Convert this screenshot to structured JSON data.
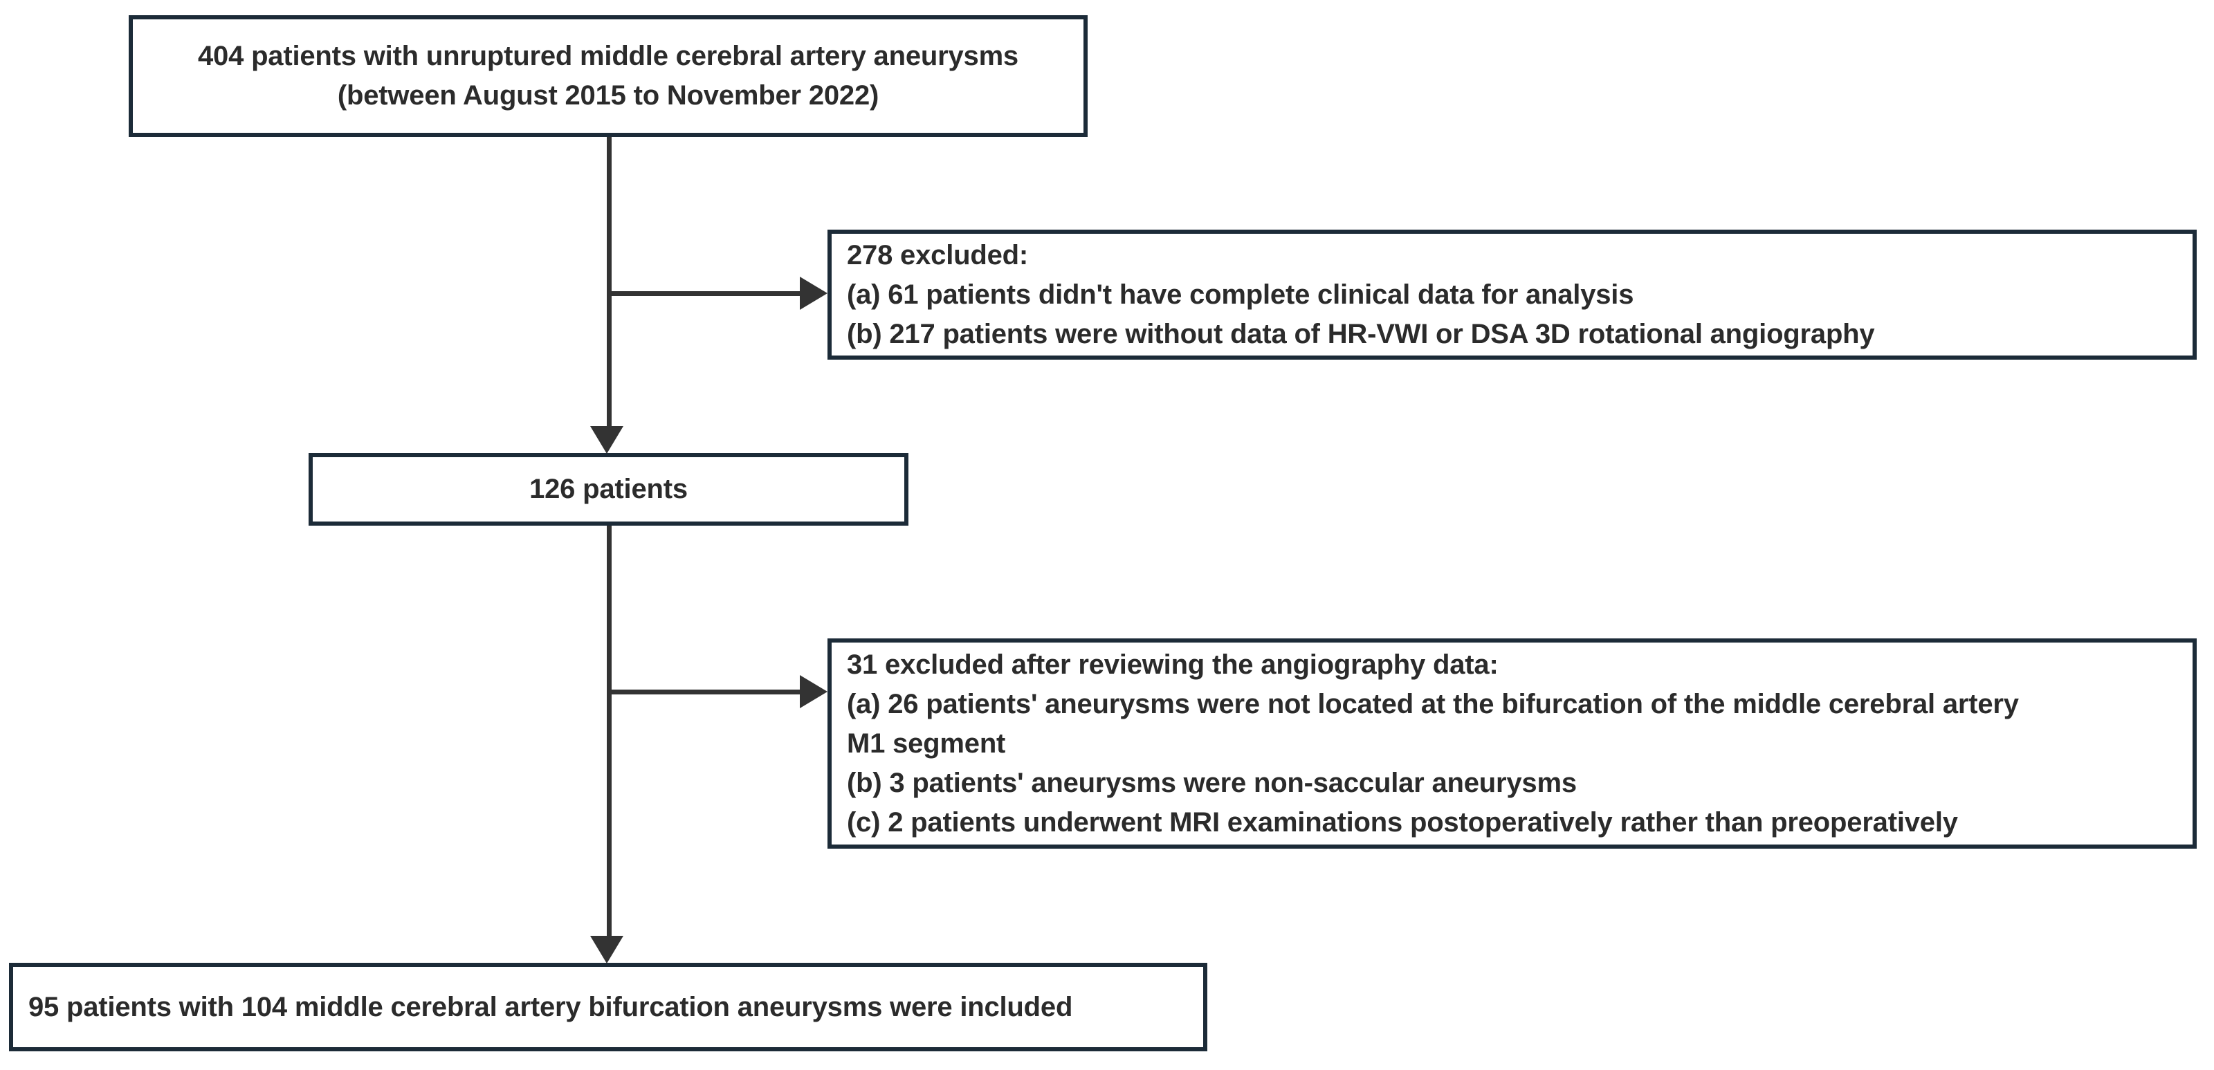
{
  "figure": {
    "type": "flowchart",
    "orientation": "top-to-bottom",
    "colors": {
      "box_border": "#1c2b38",
      "text": "#2b2b2b",
      "connector": "#333333",
      "background": "#ffffff"
    }
  },
  "nodes": {
    "source": {
      "kind": "enrollment",
      "count": 404,
      "lines": [
        "404 patients with unruptured middle cerebral artery aneurysms",
        "(between August 2015 to November 2022)"
      ]
    },
    "excluded_1": {
      "kind": "exclusion",
      "count": 278,
      "lines": [
        "278 excluded:",
        "(a) 61 patients didn't have complete clinical data for analysis",
        "(b) 217 patients were without data of HR-VWI or DSA 3D rotational angiography"
      ]
    },
    "eligible": {
      "kind": "enrollment",
      "count": 126,
      "lines": [
        "126 patients"
      ]
    },
    "excluded_2": {
      "kind": "exclusion",
      "count": 31,
      "lines": [
        "31 excluded after reviewing the angiography data:",
        "(a) 26 patients' aneurysms were not located at the bifurcation of the middle cerebral artery",
        "M1 segment",
        "(b) 3 patients' aneurysms were non-saccular aneurysms",
        "(c) 2 patients underwent MRI examinations postoperatively rather than preoperatively"
      ]
    },
    "included": {
      "kind": "final-cohort",
      "patients": 95,
      "aneurysms": 104,
      "lines": [
        "95 patients with 104 middle cerebral artery bifurcation aneurysms were included"
      ]
    }
  }
}
